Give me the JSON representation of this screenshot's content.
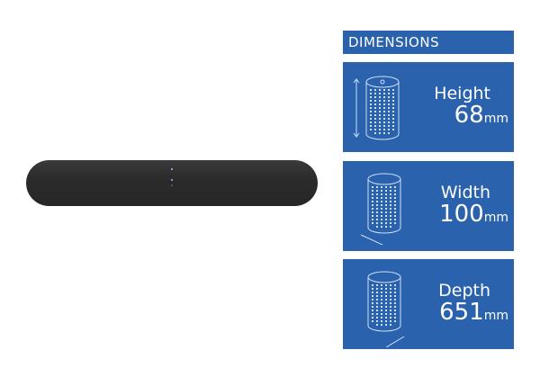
{
  "header": "DIMENSIONS",
  "panels": [
    {
      "label": "Height",
      "value": "68",
      "unit": "mm",
      "arrow": "vertical"
    },
    {
      "label": "Width",
      "value": "100",
      "unit": "mm",
      "arrow": "diag-left"
    },
    {
      "label": "Depth",
      "value": "651",
      "unit": "mm",
      "arrow": "diag-right"
    }
  ]
}
